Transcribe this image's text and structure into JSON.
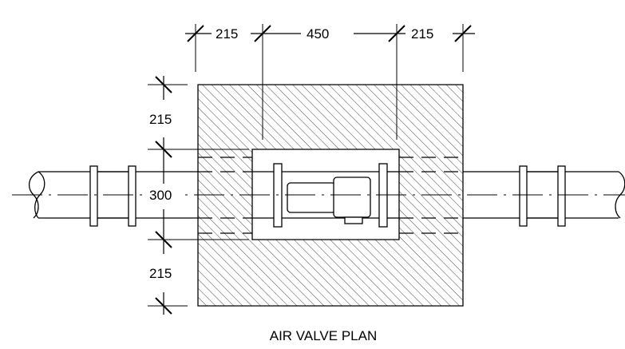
{
  "drawing": {
    "title": "AIR VALVE PLAN",
    "dimensions": {
      "top_left": "215",
      "top_center": "450",
      "top_right": "215",
      "left_top": "215",
      "left_middle": "300",
      "left_bottom": "215"
    },
    "colors": {
      "line": "#000000",
      "background": "#ffffff"
    }
  }
}
